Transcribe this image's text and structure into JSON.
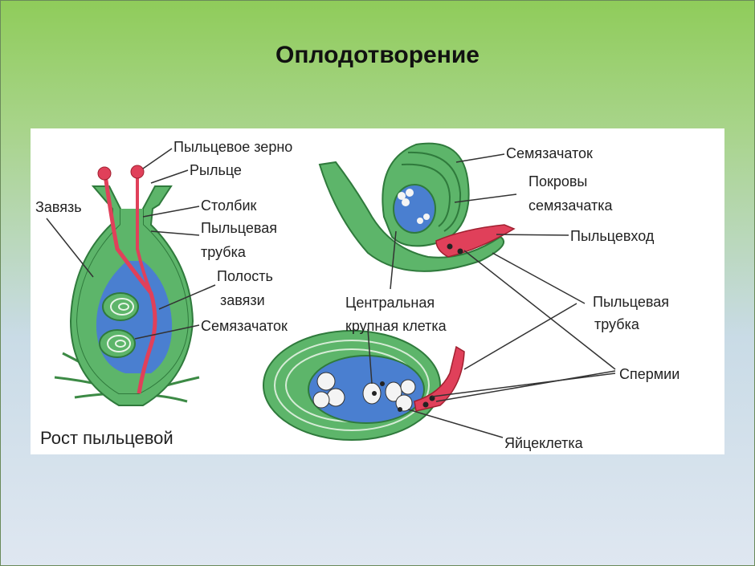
{
  "slide": {
    "title": "Оплодотворение"
  },
  "diagram": {
    "labels": {
      "pollen_grain": "Пыльцевое зерно",
      "stigma": "Рыльце",
      "ovary": "Завязь",
      "style": "Столбик",
      "pollen_tube_1a": "Пыльцевая",
      "pollen_tube_1b": "трубка",
      "ovary_cavity_a": "Полость",
      "ovary_cavity_b": "завязи",
      "ovule_1": "Семязачаток",
      "caption": "Рост пыльцевой",
      "ovule_2": "Семязачаток",
      "integuments_a": "Покровы",
      "integuments_b": "семязачатка",
      "micropyle": "Пыльцевход",
      "central_cell_a": "Центральная",
      "central_cell_b": "крупная клетка",
      "pollen_tube_2a": "Пыльцевая",
      "pollen_tube_2b": "трубка",
      "sperm": "Спермии",
      "egg_cell": "Яйцеклетка"
    },
    "colors": {
      "tissue": "#5db56a",
      "tissue_dark": "#2f7a3c",
      "cavity": "#4a7fd0",
      "pollen_tube": "#e0405a",
      "cell": "#f4f4f4",
      "panel": "#ffffff"
    }
  }
}
